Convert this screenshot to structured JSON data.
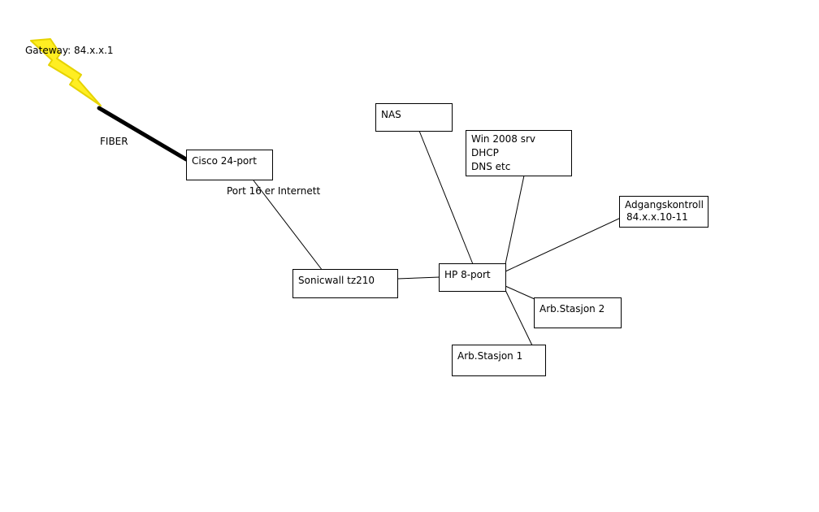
{
  "colors": {
    "background": "#ffffff",
    "line": "#000000",
    "lightning": "#ffee22",
    "lightning_stroke": "#e6d300"
  },
  "labels": {
    "gateway": "Gateway: 84.x.x.1",
    "fiber": "FIBER",
    "port_note": "Port 16 er Internett"
  },
  "nodes": {
    "cisco": {
      "label": "Cisco 24-port"
    },
    "sonicwall": {
      "label": "Sonicwall tz210"
    },
    "hp": {
      "label": "HP 8-port"
    },
    "nas": {
      "label": "NAS"
    },
    "win": {
      "lines": [
        "Win 2008 srv",
        "DHCP",
        "DNS etc"
      ]
    },
    "access": {
      "lines": [
        "Adgangskontroll",
        "84.x.x.10-11"
      ]
    },
    "ws2": {
      "label": "Arb.Stasjon 2"
    },
    "ws1": {
      "label": "Arb.Stasjon 1"
    }
  },
  "connections": [
    {
      "from": "gateway",
      "to": "cisco",
      "type": "fiber"
    },
    {
      "from": "cisco",
      "to": "sonicwall"
    },
    {
      "from": "sonicwall",
      "to": "hp"
    },
    {
      "from": "hp",
      "to": "nas"
    },
    {
      "from": "hp",
      "to": "win"
    },
    {
      "from": "hp",
      "to": "access"
    },
    {
      "from": "hp",
      "to": "ws2"
    },
    {
      "from": "hp",
      "to": "ws1"
    }
  ]
}
